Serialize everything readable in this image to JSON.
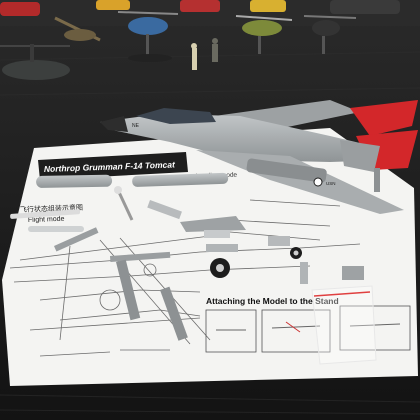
{
  "sheet": {
    "title": "Northrop Grumman F-14 Tomcat",
    "subtitle_cn": "飞行状态组装示意图",
    "flight_mode_label": "Flight mode",
    "landing_mode_label": "Landing mode",
    "attach_heading": "Attaching the Model to the Stand"
  },
  "aircraft": {
    "markings": [
      "NE",
      "USN"
    ]
  },
  "colors": {
    "table": "#1b1b1b",
    "paper": "#f4f4f2",
    "model_grey": "#a7acae",
    "tail_red": "#d3272a",
    "print_black": "#1e1e1e"
  }
}
